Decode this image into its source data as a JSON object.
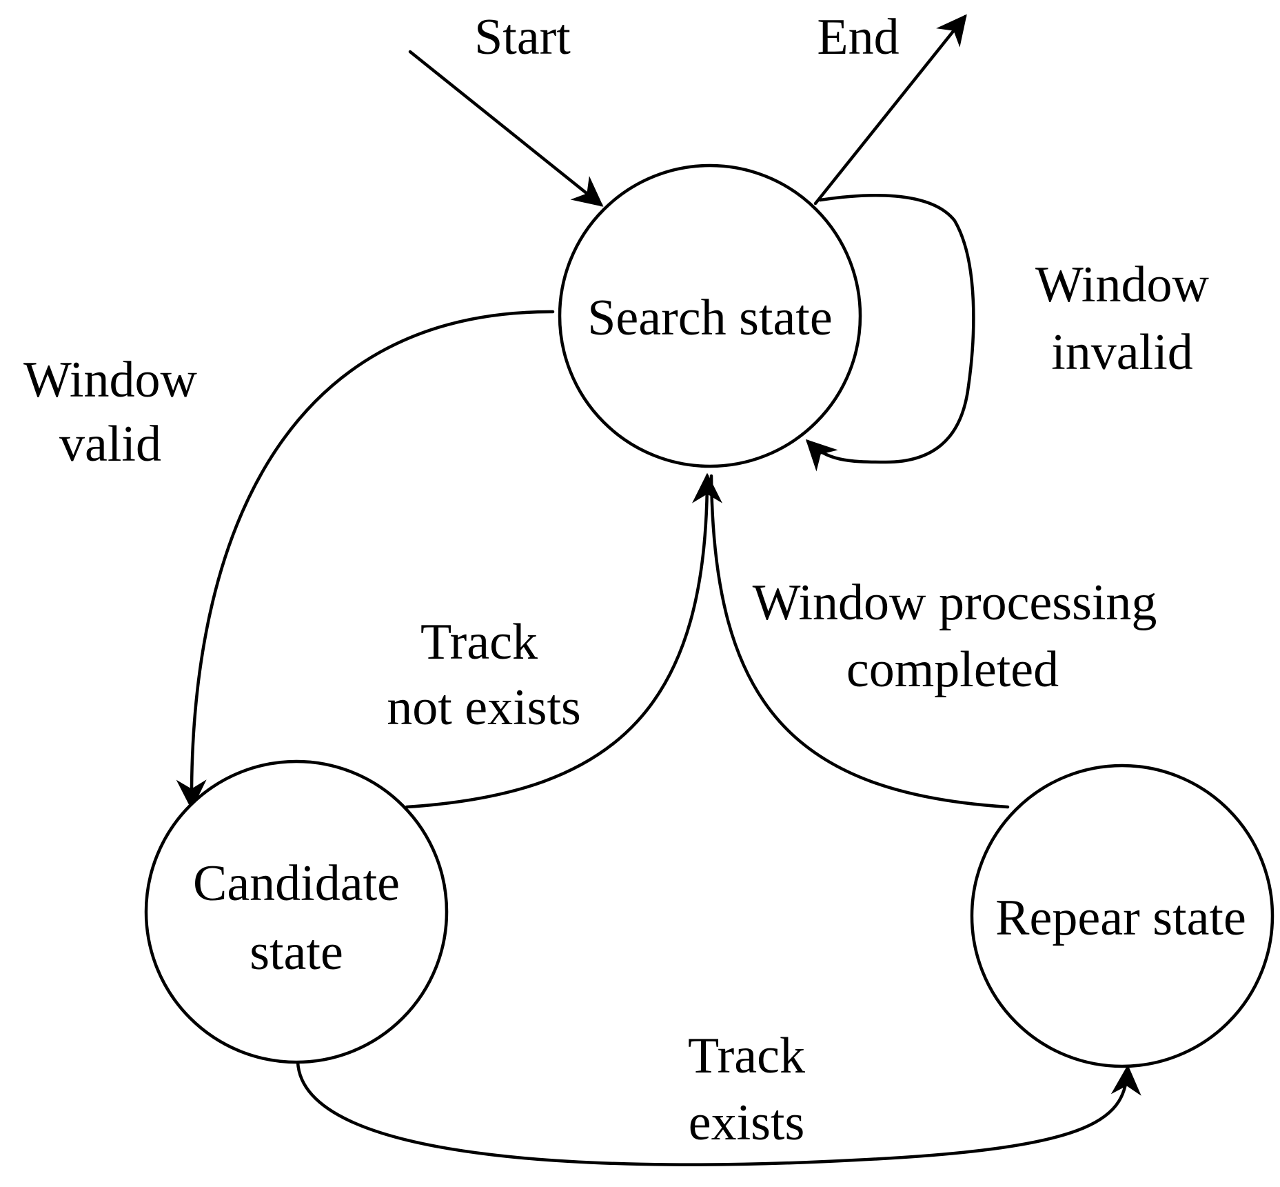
{
  "diagram": {
    "type": "state-machine",
    "states": {
      "search": "Search state",
      "candidate": {
        "line1": "Candidate",
        "line2": "state"
      },
      "repear": "Repear state"
    },
    "terminals": {
      "start": "Start",
      "end": "End"
    },
    "transitions": {
      "window_valid": {
        "line1": "Window",
        "line2": "valid"
      },
      "window_invalid": {
        "line1": "Window",
        "line2": "invalid"
      },
      "track_not_exists": {
        "line1": "Track",
        "line2": "not exists"
      },
      "window_processing_completed": {
        "line1": "Window processing",
        "line2": "completed"
      },
      "track_exists": {
        "line1": "Track",
        "line2": "exists"
      }
    },
    "colors": {
      "stroke": "#000000",
      "background": "#ffffff"
    }
  }
}
